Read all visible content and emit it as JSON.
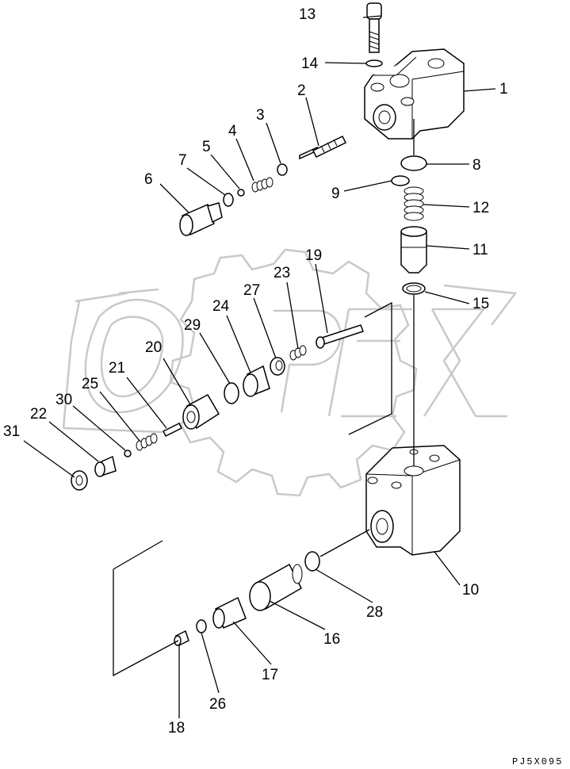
{
  "diagram": {
    "drawing_code": "PJ5X095",
    "watermark_text": "OPEX",
    "callouts": [
      "1",
      "2",
      "3",
      "4",
      "5",
      "6",
      "7",
      "8",
      "9",
      "10",
      "11",
      "12",
      "13",
      "14",
      "15",
      "16",
      "17",
      "18",
      "19",
      "20",
      "21",
      "22",
      "23",
      "24",
      "25",
      "26",
      "27",
      "28",
      "29",
      "30",
      "31"
    ]
  }
}
